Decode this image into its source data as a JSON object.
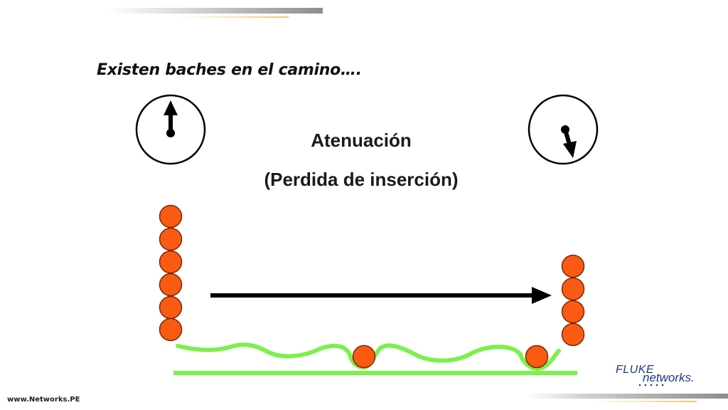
{
  "slide": {
    "subtitle": "Existen baches en el camino….",
    "label_attenuation": "Atenuación",
    "label_insertion_loss": "(Perdida de inserción)",
    "footer_site": "www.Networks.PE",
    "logo": {
      "line1": "FLUKE",
      "line2": "networks."
    }
  },
  "diagram": {
    "left_dial": {
      "needle": "up-arrow-icon"
    },
    "right_dial": {
      "needle": "down-right-arrow-icon"
    },
    "left_stack_count": 6,
    "right_stack_count": 4,
    "balls_in_path": 2,
    "arrow": "right-arrow-icon"
  },
  "colors": {
    "ball_fill": "#fb5a12",
    "ball_stroke": "#7a2a08",
    "path_green": "#7cf04d",
    "dial_stroke": "#000000",
    "arrow": "#000000",
    "logo_blue": "#1c3a8c"
  }
}
